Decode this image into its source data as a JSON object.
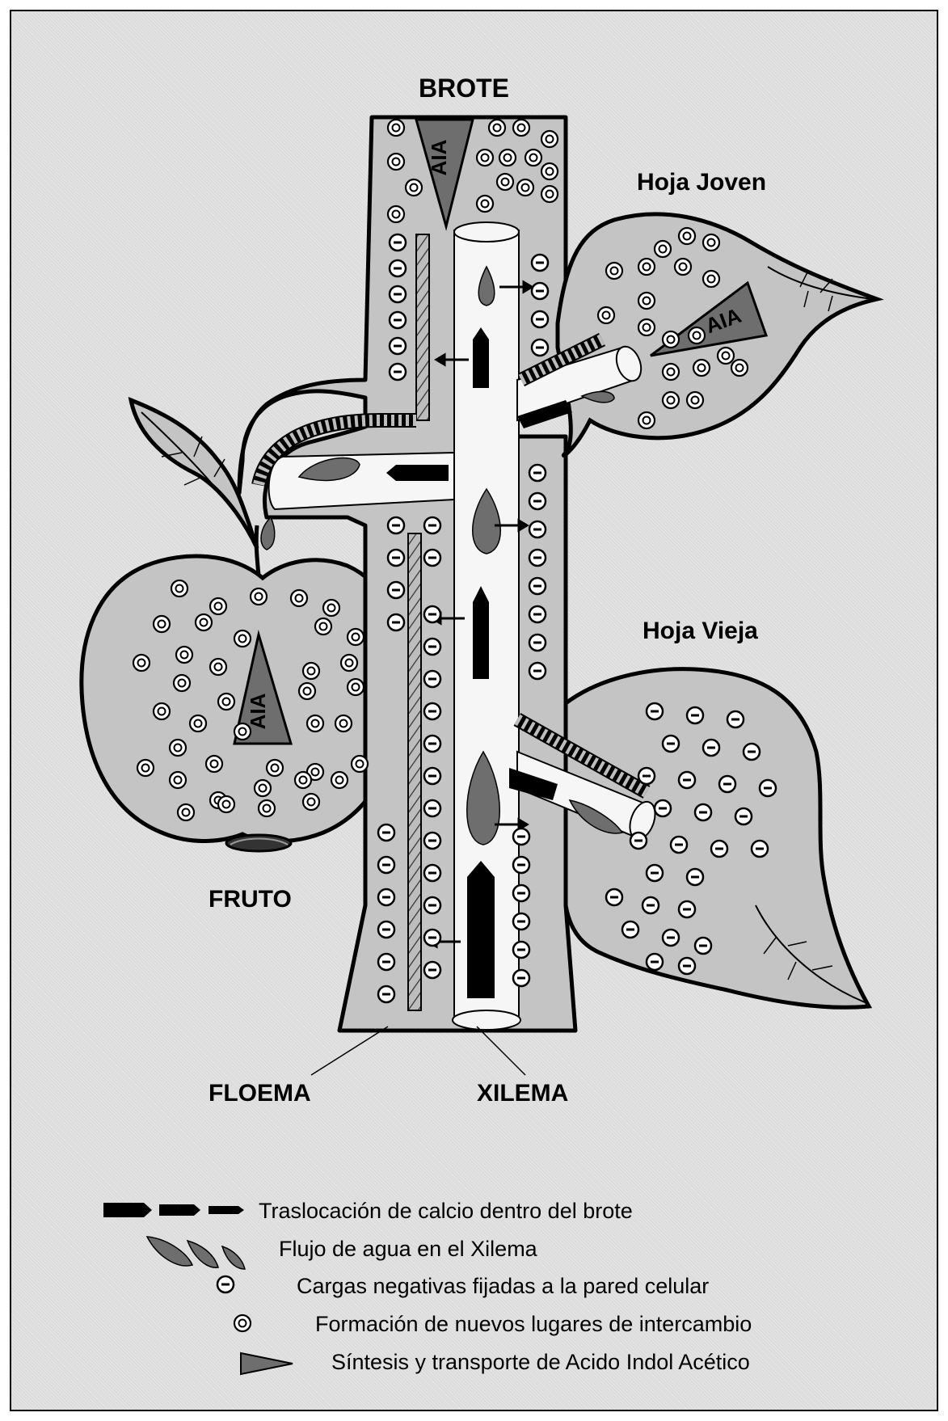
{
  "labels": {
    "brote": "BROTE",
    "hoja_joven": "Hoja Joven",
    "hoja_vieja": "Hoja Vieja",
    "fruto": "FRUTO",
    "floema": "FLOEMA",
    "xilema": "XILEMA",
    "aia": "AIA"
  },
  "legend": [
    {
      "symbol": "calcium-arrow",
      "text": "Traslocación de calcio dentro del brote"
    },
    {
      "symbol": "water-drop",
      "text": "Flujo de agua en el Xilema"
    },
    {
      "symbol": "negative-charge",
      "text": "Cargas negativas fijadas a la pared celular"
    },
    {
      "symbol": "exchange-site",
      "text": "Formación de nuevos lugares de intercambio"
    },
    {
      "symbol": "aia-triangle",
      "text": "Síntesis y transporte de Acido Indol Acético"
    }
  ],
  "colors": {
    "fill": "#c4c4c4",
    "dark": "#707070",
    "outline": "#000000",
    "xylem": "#f8f8f8"
  }
}
